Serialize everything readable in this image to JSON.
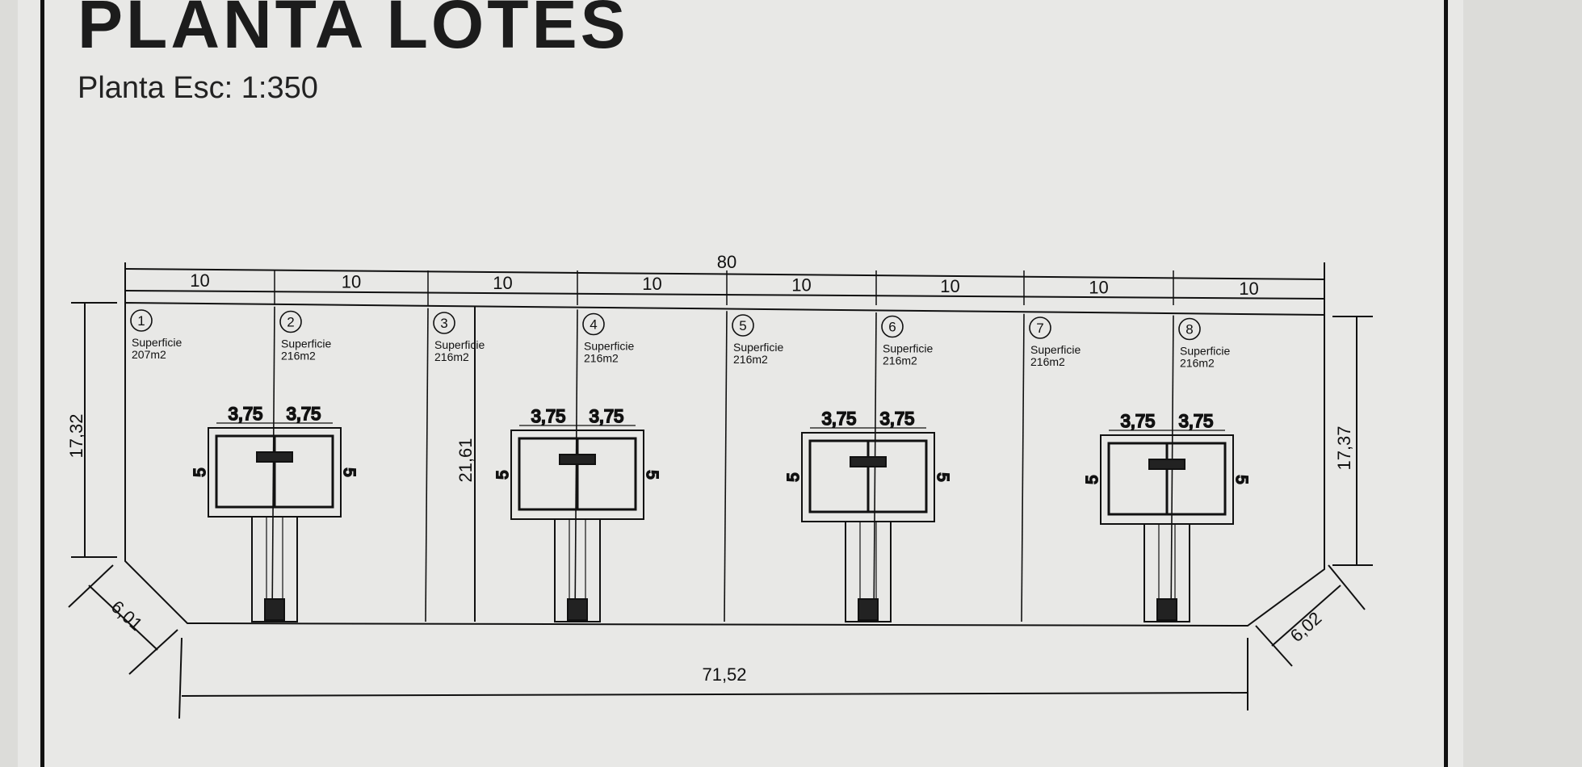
{
  "header": {
    "title": "PLANTA LOTES",
    "subtitle": "Planta Esc: 1:350"
  },
  "dimensions": {
    "total_width": "80",
    "lot_width": "10",
    "left_side": "17,32",
    "right_side": "17,37",
    "middle_depth": "21,61",
    "left_chamfer": "6,01",
    "right_chamfer": "6,02",
    "bottom_width": "71,52",
    "house_half_width": "3,75",
    "house_depth": "5"
  },
  "lots": [
    {
      "number": "1",
      "label": "Superficie",
      "area": "207m2"
    },
    {
      "number": "2",
      "label": "Superficie",
      "area": "216m2"
    },
    {
      "number": "3",
      "label": "Superficie",
      "area": "216m2"
    },
    {
      "number": "4",
      "label": "Superficie",
      "area": "216m2"
    },
    {
      "number": "5",
      "label": "Superficie",
      "area": "216m2"
    },
    {
      "number": "6",
      "label": "Superficie",
      "area": "216m2"
    },
    {
      "number": "7",
      "label": "Superficie",
      "area": "216m2"
    },
    {
      "number": "8",
      "label": "Superficie",
      "area": "216m2"
    }
  ],
  "colors": {
    "paper": "#e8e8e6",
    "ink": "#111111",
    "background": "#dcdcd9"
  }
}
